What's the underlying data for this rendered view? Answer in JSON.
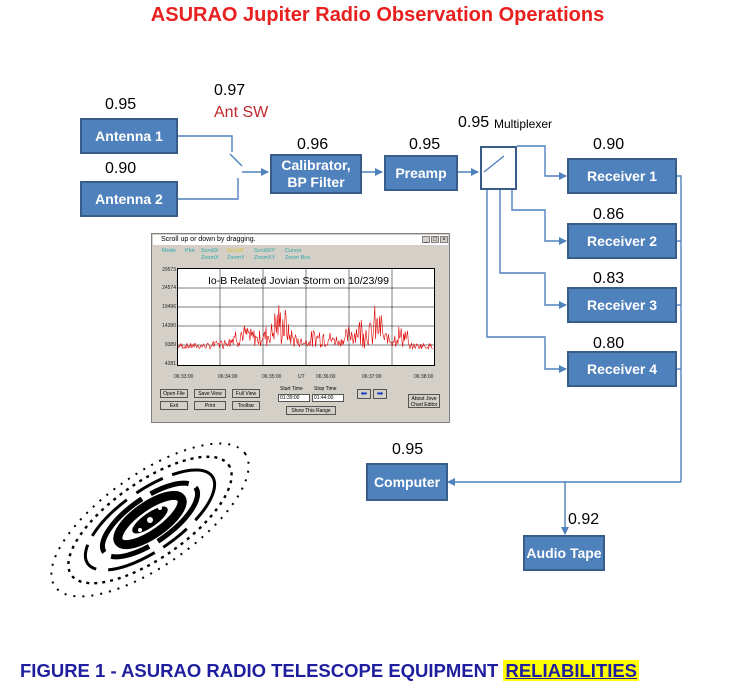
{
  "title": "ASURAO  Jupiter Radio Observation Operations",
  "ant_sw_label": "Ant SW",
  "multiplexer_label": "Multiplexer",
  "boxes": {
    "antenna1": "Antenna 1",
    "antenna2": "Antenna 2",
    "calibrator_line1": "Calibrator,",
    "calibrator_line2": "BP Filter",
    "preamp": "Preamp",
    "receiver1": "Receiver 1",
    "receiver2": "Receiver 2",
    "receiver3": "Receiver 3",
    "receiver4": "Receiver 4",
    "computer": "Computer",
    "audio_tape": "Audio Tape"
  },
  "reliabilities": {
    "antenna1": "0.95",
    "antenna2": "0.90",
    "ant_sw": "0.97",
    "calibrator": "0.96",
    "preamp": "0.95",
    "multiplexer": "0.95",
    "receiver1": "0.90",
    "receiver2": "0.86",
    "receiver3": "0.83",
    "receiver4": "0.80",
    "computer": "0.95",
    "audio_tape": "0.92"
  },
  "screenshot": {
    "window_title": "Scroll up or down by dragging.",
    "menu": [
      "Mode",
      "Plot",
      "ScrollX",
      "ScrollY",
      "ScrollXY",
      "Cursor"
    ],
    "menu2": [
      "ZoomX",
      "ZoomY",
      "ZoomXY",
      "Zoom Box"
    ],
    "plot_title": "Io-B Related Jovian Storm on 10/23/99",
    "y_ticks": [
      "29573",
      "24574",
      "19496",
      "14380",
      "9389",
      "4281"
    ],
    "x_ticks": [
      "06:33:00",
      "06:34:00",
      "06:35:00",
      "UT",
      "06:36:00",
      "06:37:00",
      "06:38:00"
    ],
    "buttons": {
      "open_file": "Open File",
      "save_view": "Save View",
      "full_view": "Full View",
      "exit": "Exit",
      "print": "Print",
      "toolbar": "Toolbar",
      "show_this_range": "Show This Range",
      "about": "About Jove Chart Editor"
    },
    "start_time_label": "Start Time",
    "stop_time_label": "Stop Time",
    "start_time_value": "01:39:00",
    "stop_time_value": "01:44:00"
  },
  "caption_main": "FIGURE 1 - ASURAO RADIO TELESCOPE EQUIPMENT ",
  "caption_highlight": "RELIABILITIES",
  "colors": {
    "box_fill": "#4f81bd",
    "title_red": "#e8201f",
    "caption_blue": "#1e1e9e",
    "highlight": "#ffff00"
  }
}
